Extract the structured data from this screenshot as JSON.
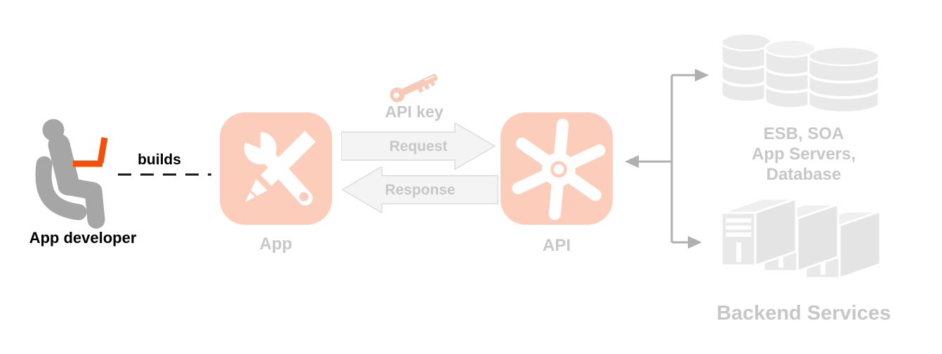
{
  "developer": {
    "caption": "App developer",
    "action": "builds"
  },
  "app": {
    "caption": "App"
  },
  "api_key": {
    "caption": "API key"
  },
  "request_arrow": {
    "label": "Request"
  },
  "response_arrow": {
    "label": "Response"
  },
  "api": {
    "caption": "API"
  },
  "esb": {
    "line1": "ESB, SOA",
    "line2": "App Servers,",
    "line3": "Database"
  },
  "backend": {
    "caption": "Backend Services"
  },
  "colors": {
    "salmon": "#FBCDBA",
    "laptop_orange": "#F4500C",
    "icon_light_gray": "#E9E9E9",
    "muted_label_gray": "#C7C7C7",
    "connector_gray": "#B0B0B0",
    "person_gray": "#A6A6A6",
    "black_label": "#000000",
    "block_arrow_fill": "#F4F4F4",
    "block_arrow_stroke": "#DCDCDC"
  },
  "icons": {
    "developer": "developer-at-laptop-icon",
    "app": "wrench-and-pencil-icon",
    "api_key": "key-icon",
    "api": "gear-turbine-icon",
    "esb": "database-stack-icon",
    "backend": "server-towers-icon"
  }
}
